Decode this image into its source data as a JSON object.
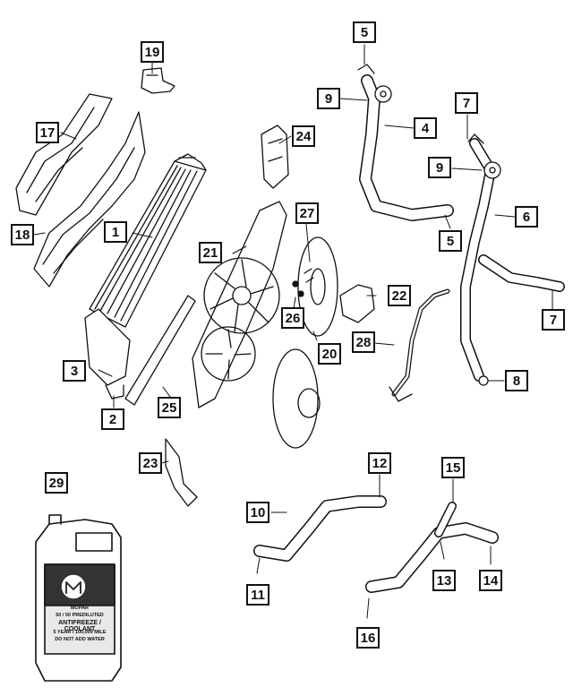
{
  "diagram": {
    "callouts": [
      {
        "id": "1",
        "label": "1"
      },
      {
        "id": "2",
        "label": "2"
      },
      {
        "id": "3",
        "label": "3"
      },
      {
        "id": "4",
        "label": "4"
      },
      {
        "id": "5a",
        "label": "5"
      },
      {
        "id": "5b",
        "label": "5"
      },
      {
        "id": "6",
        "label": "6"
      },
      {
        "id": "7a",
        "label": "7"
      },
      {
        "id": "7b",
        "label": "7"
      },
      {
        "id": "8",
        "label": "8"
      },
      {
        "id": "9a",
        "label": "9"
      },
      {
        "id": "9b",
        "label": "9"
      },
      {
        "id": "10",
        "label": "10"
      },
      {
        "id": "11",
        "label": "11"
      },
      {
        "id": "12",
        "label": "12"
      },
      {
        "id": "13",
        "label": "13"
      },
      {
        "id": "14",
        "label": "14"
      },
      {
        "id": "15",
        "label": "15"
      },
      {
        "id": "16",
        "label": "16"
      },
      {
        "id": "17",
        "label": "17"
      },
      {
        "id": "18",
        "label": "18"
      },
      {
        "id": "19",
        "label": "19"
      },
      {
        "id": "20",
        "label": "20"
      },
      {
        "id": "21",
        "label": "21"
      },
      {
        "id": "22",
        "label": "22"
      },
      {
        "id": "23",
        "label": "23"
      },
      {
        "id": "24",
        "label": "24"
      },
      {
        "id": "25",
        "label": "25"
      },
      {
        "id": "26",
        "label": "26"
      },
      {
        "id": "27",
        "label": "27"
      },
      {
        "id": "28",
        "label": "28"
      },
      {
        "id": "29",
        "label": "29"
      }
    ],
    "jug": {
      "brand": "MOPAR",
      "line1": "50 / 50 PREDILUTED",
      "line2": "ANTIFREEZE / COOLANT",
      "line3": "5 YEAR / 100,000 MILE",
      "line4": "DO NOT ADD WATER"
    },
    "colors": {
      "ink": "#111111",
      "paper": "#ffffff",
      "label_dark": "#333333"
    }
  }
}
